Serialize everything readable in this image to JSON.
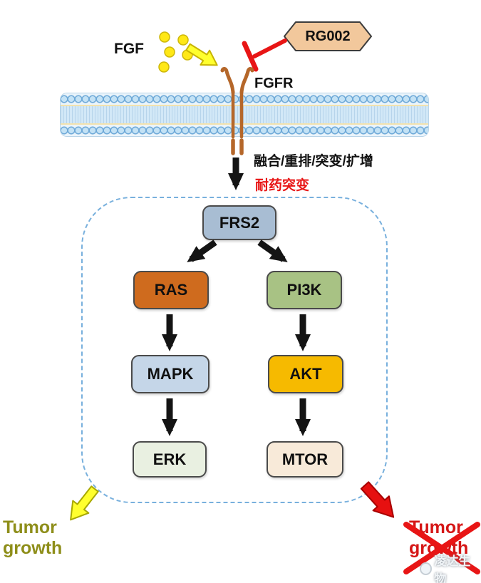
{
  "ligand": {
    "label": "FGF"
  },
  "inhibitor": {
    "label": "RG002",
    "color": "#f2c89c"
  },
  "receptor": {
    "label": "FGFR"
  },
  "membrane_note": {
    "label": "融合/重排/突变/扩增"
  },
  "resistance_note": {
    "label": "耐药突变",
    "color": "#e81515"
  },
  "pathway": {
    "frs2": {
      "label": "FRS2",
      "color": "#a8bdd3"
    },
    "ras": {
      "label": "RAS",
      "color": "#cf6b1e"
    },
    "pi3k": {
      "label": "PI3K",
      "color": "#a8c284"
    },
    "mapk": {
      "label": "MAPK",
      "color": "#c5d6e8"
    },
    "akt": {
      "label": "AKT",
      "color": "#f6ba00"
    },
    "erk": {
      "label": "ERK",
      "color": "#e9f0e1"
    },
    "mtor": {
      "label": "MTOR",
      "color": "#f8ead9"
    }
  },
  "outcomes": {
    "promoted": {
      "label": "Tumor growth",
      "color": "#8e8e1a"
    },
    "blocked": {
      "label": "Tumor growth",
      "color": "#d51616"
    }
  },
  "watermark": {
    "label": "凌达生物"
  }
}
